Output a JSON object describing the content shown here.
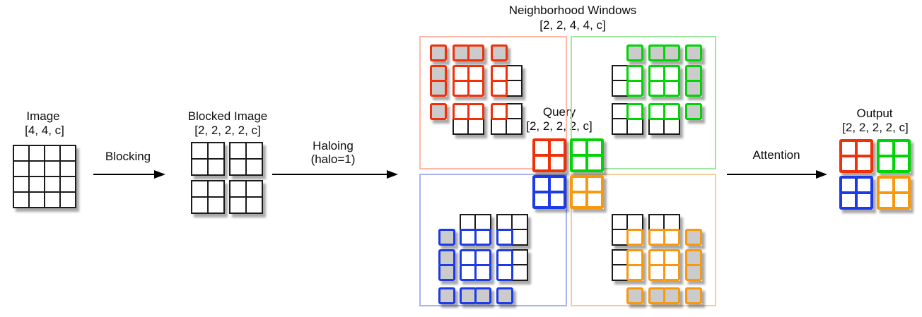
{
  "sections": {
    "image": {
      "title": "Image",
      "shape": "[4, 4, c]"
    },
    "blocked_image": {
      "title": "Blocked Image",
      "shape": "[2, 2, 2, 2, c]"
    },
    "neighborhood_windows": {
      "title": "Neighborhood Windows",
      "shape": "[2, 2, 4, 4, c]"
    },
    "query": {
      "title": "Query",
      "shape": "[2, 2, 2, 2, c]"
    },
    "output": {
      "title": "Output",
      "shape": "[2, 2, 2, 2, c]"
    }
  },
  "arrows": {
    "blocking": {
      "label": "Blocking"
    },
    "haloing": {
      "label": "Haloing",
      "sublabel": "(halo=1)"
    },
    "attention": {
      "label": "Attention"
    }
  },
  "colors": {
    "red": "#f13009",
    "green": "#00d405",
    "blue": "#1d3ae8",
    "orange": "#f8980f",
    "box_red": "#ffb7a6",
    "box_green": "#9fe69f",
    "box_blue": "#a6b3ef",
    "box_orange": "#f8cc97",
    "halo_fill": "#cbcbcb",
    "pixel_border": "#1b1b1b",
    "arrow": "#000000",
    "background": "#ffffff"
  },
  "cell_types": {
    "m": "window cell (white fill, colored border)",
    "h": "halo padding cell (gray fill, colored border)",
    "p": "pixel outside window (white fill, thin black border)"
  },
  "image_grid": {
    "rows": 4,
    "cols": 4
  },
  "blocked_image_blocks": [
    {
      "position": "top-left",
      "rows": 2,
      "cols": 2
    },
    {
      "position": "top-right",
      "rows": 2,
      "cols": 2
    },
    {
      "position": "bottom-left",
      "rows": 2,
      "cols": 2
    },
    {
      "position": "bottom-right",
      "rows": 2,
      "cols": 2
    }
  ],
  "windows": [
    {
      "position": "top-left",
      "color_key": "red",
      "box_color_key": "box_red",
      "pieces": [
        {
          "col": 0,
          "row": 0,
          "cells": [
            [
              "h"
            ]
          ]
        },
        {
          "col": 1,
          "row": 0,
          "cells": [
            [
              "h",
              "h"
            ]
          ]
        },
        {
          "col": 3,
          "row": 0,
          "cells": [
            [
              "h"
            ]
          ]
        },
        {
          "col": 0,
          "row": 1,
          "cells": [
            [
              "h"
            ],
            [
              "h"
            ]
          ]
        },
        {
          "col": 1,
          "row": 1,
          "cells": [
            [
              "m",
              "m"
            ],
            [
              "m",
              "m"
            ]
          ]
        },
        {
          "col": 3,
          "row": 1,
          "cells": [
            [
              "m",
              "p"
            ],
            [
              "m",
              "p"
            ]
          ]
        },
        {
          "col": 0,
          "row": 3,
          "cells": [
            [
              "h"
            ]
          ]
        },
        {
          "col": 1,
          "row": 3,
          "cells": [
            [
              "m",
              "m"
            ],
            [
              "p",
              "p"
            ]
          ]
        },
        {
          "col": 3,
          "row": 3,
          "cells": [
            [
              "m",
              "p"
            ],
            [
              "p",
              "p"
            ]
          ]
        }
      ]
    },
    {
      "position": "top-right",
      "color_key": "green",
      "box_color_key": "box_green",
      "pieces": [
        {
          "col": 1,
          "row": 0,
          "cells": [
            [
              "h"
            ]
          ]
        },
        {
          "col": 2,
          "row": 0,
          "cells": [
            [
              "h",
              "h"
            ]
          ]
        },
        {
          "col": 4,
          "row": 0,
          "cells": [
            [
              "h"
            ]
          ]
        },
        {
          "col": 0,
          "row": 1,
          "cells": [
            [
              "p",
              "m"
            ],
            [
              "p",
              "m"
            ]
          ]
        },
        {
          "col": 2,
          "row": 1,
          "cells": [
            [
              "m",
              "m"
            ],
            [
              "m",
              "m"
            ]
          ]
        },
        {
          "col": 4,
          "row": 1,
          "cells": [
            [
              "h"
            ],
            [
              "h"
            ]
          ]
        },
        {
          "col": 0,
          "row": 3,
          "cells": [
            [
              "p",
              "m"
            ],
            [
              "p",
              "p"
            ]
          ]
        },
        {
          "col": 2,
          "row": 3,
          "cells": [
            [
              "m",
              "m"
            ],
            [
              "p",
              "p"
            ]
          ]
        },
        {
          "col": 4,
          "row": 3,
          "cells": [
            [
              "h"
            ]
          ]
        }
      ]
    },
    {
      "position": "bottom-left",
      "color_key": "blue",
      "box_color_key": "box_blue",
      "pieces": [
        {
          "col": 1,
          "row": 0,
          "cells": [
            [
              "p",
              "p"
            ],
            [
              "m",
              "m"
            ]
          ]
        },
        {
          "col": 3,
          "row": 0,
          "cells": [
            [
              "p",
              "p"
            ],
            [
              "m",
              "p"
            ]
          ]
        },
        {
          "col": 0,
          "row": 1,
          "cells": [
            [
              "h"
            ]
          ]
        },
        {
          "col": 0,
          "row": 2,
          "cells": [
            [
              "h"
            ],
            [
              "h"
            ]
          ]
        },
        {
          "col": 1,
          "row": 2,
          "cells": [
            [
              "m",
              "m"
            ],
            [
              "m",
              "m"
            ]
          ]
        },
        {
          "col": 3,
          "row": 2,
          "cells": [
            [
              "m",
              "p"
            ],
            [
              "m",
              "p"
            ]
          ]
        },
        {
          "col": 0,
          "row": 4,
          "cells": [
            [
              "h"
            ]
          ]
        },
        {
          "col": 1,
          "row": 4,
          "cells": [
            [
              "h",
              "h"
            ]
          ]
        },
        {
          "col": 3,
          "row": 4,
          "cells": [
            [
              "h"
            ]
          ]
        }
      ]
    },
    {
      "position": "bottom-right",
      "color_key": "orange",
      "box_color_key": "box_orange",
      "pieces": [
        {
          "col": 0,
          "row": 0,
          "cells": [
            [
              "p",
              "p"
            ],
            [
              "p",
              "m"
            ]
          ]
        },
        {
          "col": 2,
          "row": 0,
          "cells": [
            [
              "p",
              "p"
            ],
            [
              "m",
              "m"
            ]
          ]
        },
        {
          "col": 4,
          "row": 1,
          "cells": [
            [
              "h"
            ]
          ]
        },
        {
          "col": 0,
          "row": 2,
          "cells": [
            [
              "p",
              "m"
            ],
            [
              "p",
              "m"
            ]
          ]
        },
        {
          "col": 2,
          "row": 2,
          "cells": [
            [
              "m",
              "m"
            ],
            [
              "m",
              "m"
            ]
          ]
        },
        {
          "col": 4,
          "row": 2,
          "cells": [
            [
              "h"
            ],
            [
              "h"
            ]
          ]
        },
        {
          "col": 1,
          "row": 4,
          "cells": [
            [
              "h"
            ]
          ]
        },
        {
          "col": 2,
          "row": 4,
          "cells": [
            [
              "h",
              "h"
            ]
          ]
        },
        {
          "col": 4,
          "row": 4,
          "cells": [
            [
              "h"
            ]
          ]
        }
      ]
    }
  ],
  "query_blocks": [
    {
      "position": "top-left",
      "color_key": "red"
    },
    {
      "position": "top-right",
      "color_key": "green"
    },
    {
      "position": "bottom-left",
      "color_key": "blue"
    },
    {
      "position": "bottom-right",
      "color_key": "orange"
    }
  ],
  "output_blocks": [
    {
      "position": "top-left",
      "color_key": "red"
    },
    {
      "position": "top-right",
      "color_key": "green"
    },
    {
      "position": "bottom-left",
      "color_key": "blue"
    },
    {
      "position": "bottom-right",
      "color_key": "orange"
    }
  ]
}
